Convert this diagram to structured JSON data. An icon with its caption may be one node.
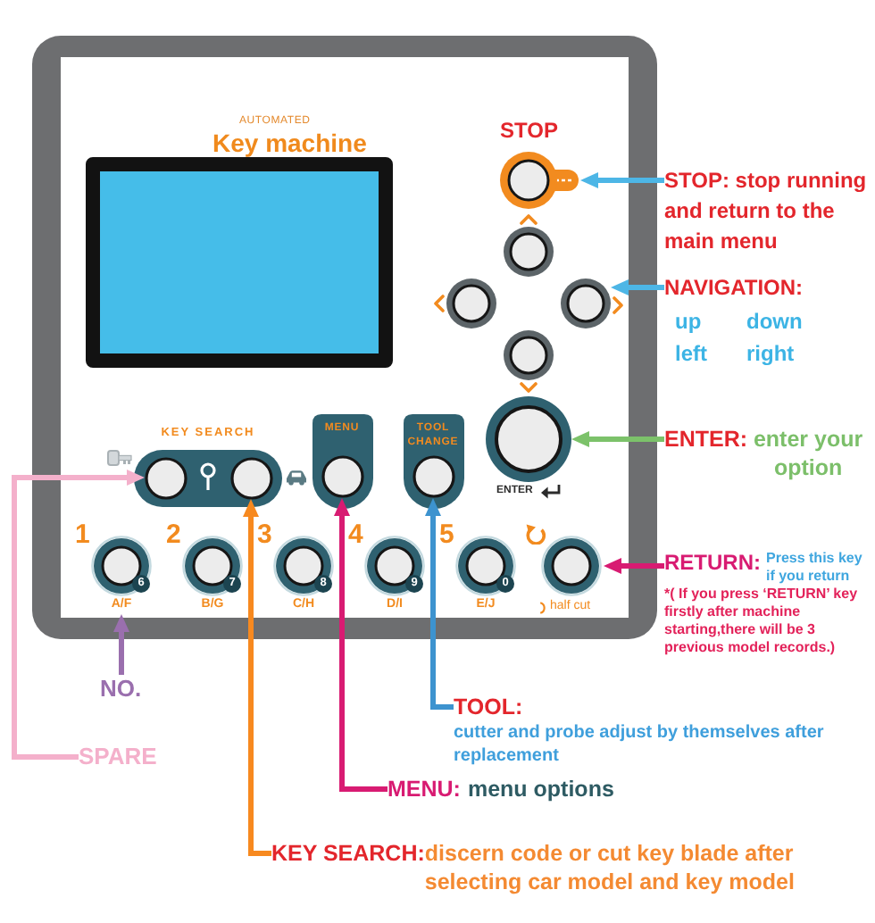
{
  "diagram": {
    "nodes": [
      {
        "text": [
          "AUTOMATED",
          "Key machine"
        ]
      },
      {
        "text": [],
        "shape": "box",
        "in": 0
      },
      {
        "text": [],
        "shape": "circle",
        "beside": [
          "STOP"
        ],
        "in": 0
      },
      {
        "text": [
          "STOP: stop running and return to the main menu"
        ]
      },
      {
        "text": [],
        "shape": "circle",
        "in": 0
      },
      {
        "text": [],
        "shape": "circle",
        "in": 0
      },
      {
        "text": [],
        "shape": "circle",
        "in": 0
      },
      {
        "text": [
          "NAVIGATION:",
          "up",
          "down",
          "left",
          "right"
        ]
      },
      {
        "text": [],
        "shape": "circle",
        "in": 0
      },
      {
        "text": [],
        "shape": "circle",
        "beside": [
          "ENTER"
        ],
        "in": 0
      },
      {
        "text": [
          "ENTER:",
          "enter your option"
        ]
      },
      {
        "text": [
          "KEY SEARCH"
        ],
        "in": 0
      },
      {
        "text": [],
        "shape": "circle",
        "in": 11
      },
      {
        "text": [],
        "shape": "circle",
        "in": 11
      },
      {
        "text": [
          "MENU"
        ],
        "in": 0
      },
      {
        "text": [],
        "shape": "circle",
        "in": 14
      },
      {
        "text": [
          "TOOL CHANGE"
        ],
        "in": 0
      },
      {
        "text": [],
        "shape": "circle",
        "in": 16
      },
      {
        "text": [
          "1",
          "6"
        ],
        "beside": [
          "A/F"
        ],
        "in": 0
      },
      {
        "text": [
          "2",
          "7"
        ],
        "beside": [
          "B/G"
        ],
        "in": 0
      },
      {
        "text": [
          "3",
          "8"
        ],
        "beside": [
          "C/H"
        ],
        "in": 0
      },
      {
        "text": [
          "4",
          "9"
        ],
        "beside": [
          "D/I"
        ],
        "in": 0
      },
      {
        "text": [
          "5",
          "0"
        ],
        "beside": [
          "E/J"
        ],
        "in": 0
      },
      {
        "text": [],
        "shape": "circle",
        "beside": [
          "half cut"
        ],
        "in": 0
      },
      {
        "text": [
          "RETURN:",
          "Press this key if you return",
          "*( If you press ‘RETURN’ key firstly after machine starting,there will be 3 previous model records.)"
        ]
      },
      {
        "text": [
          "NO."
        ]
      },
      {
        "text": [
          "TOOL:",
          "cutter and probe adjust by themselves after replacement"
        ]
      },
      {
        "text": [
          "SPARE"
        ]
      },
      {
        "text": [
          "MENU:",
          "menu options"
        ]
      },
      {
        "text": [
          "KEY SEARCH:",
          "discern code or cut key blade after selecting car model and key model"
        ]
      }
    ],
    "edges": [
      {
        "from": 3,
        "to": 2,
        "arrow": "to",
        "color": "#4db6e6"
      },
      {
        "from": 7,
        "to": 6,
        "arrow": "to",
        "color": "#4db6e6"
      },
      {
        "from": 10,
        "to": 9,
        "arrow": "to",
        "color": "#7cc26a"
      },
      {
        "from": 24,
        "to": 23,
        "arrow": "to",
        "color": "#d81b72"
      },
      {
        "from": 25,
        "to": 18,
        "arrow": "to",
        "color": "#9a6fae"
      },
      {
        "from": 27,
        "to": 12,
        "arrow": "to",
        "color": "#f4b0cb"
      },
      {
        "from": 29,
        "to": 13,
        "arrow": "to",
        "color": "#f7891f"
      },
      {
        "from": 28,
        "to": 15,
        "arrow": "to",
        "color": "#d81b72"
      },
      {
        "from": 26,
        "to": 17,
        "arrow": "to",
        "color": "#3d93cf"
      }
    ]
  }
}
